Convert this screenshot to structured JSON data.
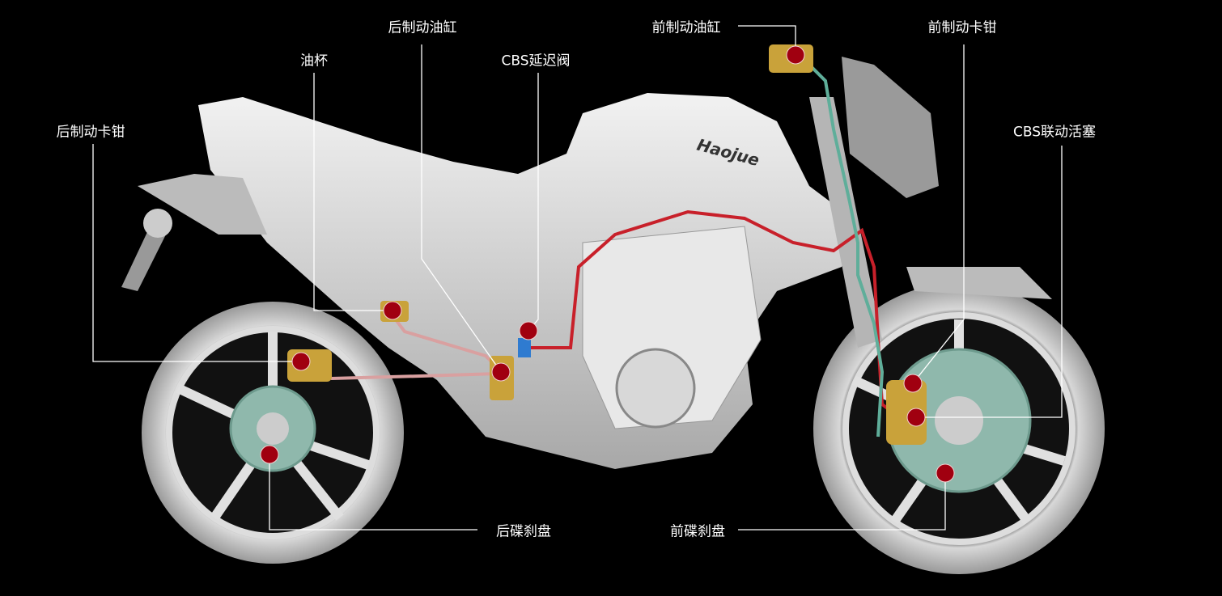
{
  "diagram_title": "",
  "logo_text": "Haojue",
  "colors": {
    "background": "#000000",
    "marker": "#a00010",
    "leader": "#ffffff",
    "brake_line_red": "#c8202a",
    "brake_line_teal": "#5fae9a",
    "caliper": "#c9a23a"
  },
  "callouts": [
    {
      "id": "rear-caliper",
      "label": "后制动卡钳"
    },
    {
      "id": "oil-cup",
      "label": "油杯"
    },
    {
      "id": "rear-master-cylinder",
      "label": "后制动油缸"
    },
    {
      "id": "cbs-delay-valve",
      "label": "CBS延迟阀"
    },
    {
      "id": "front-master-cylinder",
      "label": "前制动油缸"
    },
    {
      "id": "front-caliper",
      "label": "前制动卡钳"
    },
    {
      "id": "cbs-piston",
      "label": "CBS联动活塞"
    },
    {
      "id": "rear-disc",
      "label": "后碟刹盘"
    },
    {
      "id": "front-disc",
      "label": "前碟刹盘"
    }
  ]
}
